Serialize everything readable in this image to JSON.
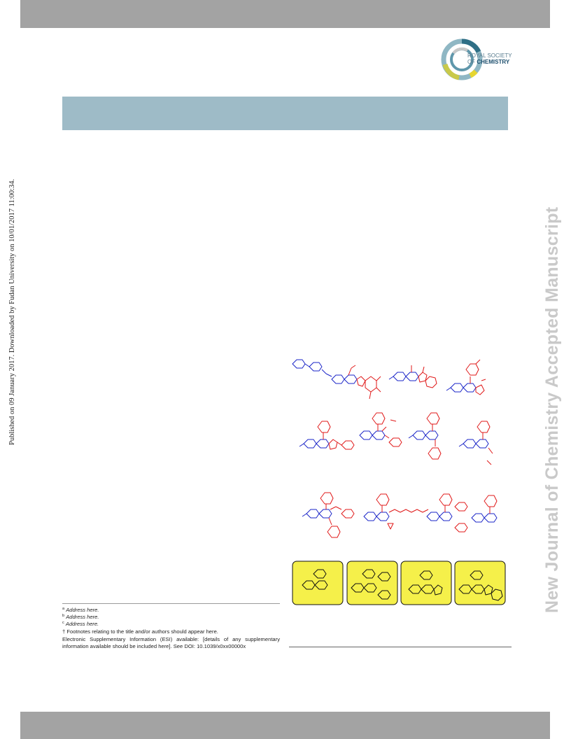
{
  "journal": {
    "side_title": "New Journal of Chemistry Accepted Manuscript",
    "publisher_logo_line1": "ROYAL SOCIETY",
    "publisher_logo_line2_prefix": "OF ",
    "publisher_logo_line2_bold": "CHEMISTRY"
  },
  "publication_note": "Published on 09 January 2017. Downloaded by Fudan University on 10/01/2017 11:00:34.",
  "footnotes": {
    "a_marker": "a",
    "a_text": "Address here.",
    "b_marker": "b",
    "b_text": "Address here.",
    "c_marker": "c",
    "c_text": "Address here.",
    "dagger": "† Footnotes relating to the title and/or authors should appear here.",
    "esi": "Electronic Supplementary Information (ESI) available: [details of any supplementary information available should be included here]. See DOI: 10.1039/x0xx00000x"
  },
  "colors": {
    "bar_gray": "#a3a3a3",
    "header_band": "#9ebbc7",
    "watermark": "#c9c9c9",
    "scaffold_blue": "#1a24c8",
    "substituent_red": "#e01818",
    "box_yellow": "#f5f04a"
  }
}
